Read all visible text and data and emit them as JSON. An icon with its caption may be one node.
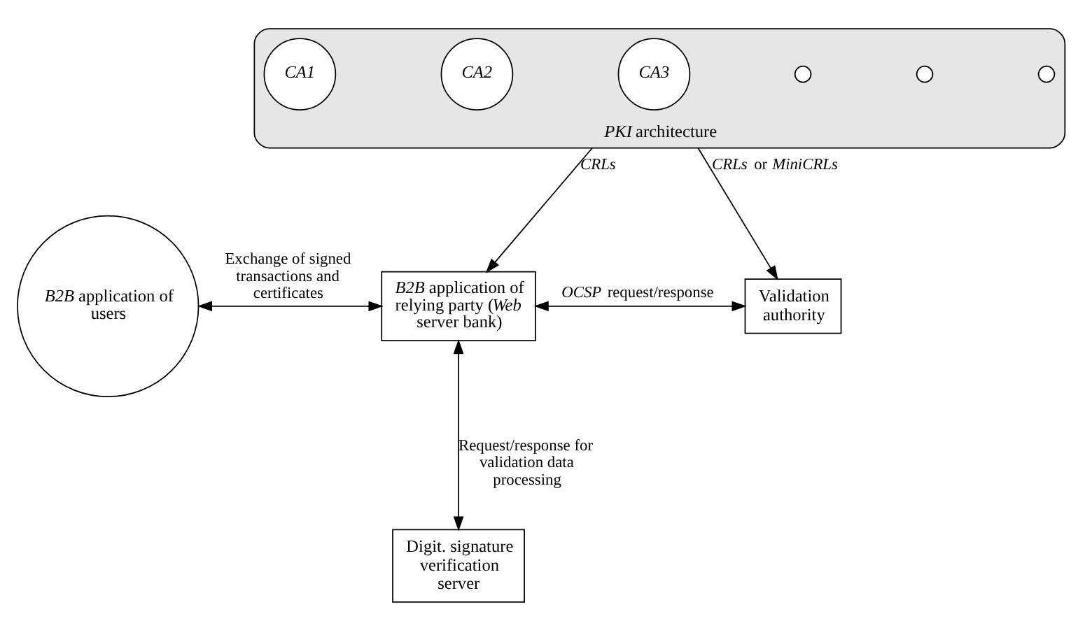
{
  "diagram": {
    "nodes": [
      {
        "text": [
          "*PKI* architecture"
        ]
      },
      {
        "text": [
          "*CA1*"
        ],
        "in": 0
      },
      {
        "text": [
          "*CA2*"
        ],
        "in": 0
      },
      {
        "text": [
          "*CA3*"
        ],
        "in": 0
      },
      {
        "text": [],
        "shape": "circle",
        "in": 0
      },
      {
        "text": [],
        "shape": "circle",
        "in": 0
      },
      {
        "text": [],
        "shape": "circle",
        "in": 0
      },
      {
        "text": [
          "*B2B* application of users"
        ]
      },
      {
        "text": [
          "*B2B* application of relying party (*Web* server bank)"
        ]
      },
      {
        "text": [
          "Validation authority"
        ]
      },
      {
        "text": [
          "Digit. signature verification server"
        ]
      }
    ],
    "edges": [
      {
        "from": 0,
        "to": 8,
        "arrow": "to",
        "label": "*CRLs*"
      },
      {
        "from": 0,
        "to": 9,
        "arrow": "to",
        "label": "*CRLs* or *MiniCRLs*"
      },
      {
        "from": 7,
        "to": 8,
        "arrow": "both",
        "label": "Exchange of signed transactions and certificates"
      },
      {
        "from": 8,
        "to": 9,
        "arrow": "both",
        "label": "*OCSP* request/response"
      },
      {
        "from": 8,
        "to": 10,
        "arrow": "both",
        "label": "Request/response for validation data processing"
      }
    ]
  }
}
